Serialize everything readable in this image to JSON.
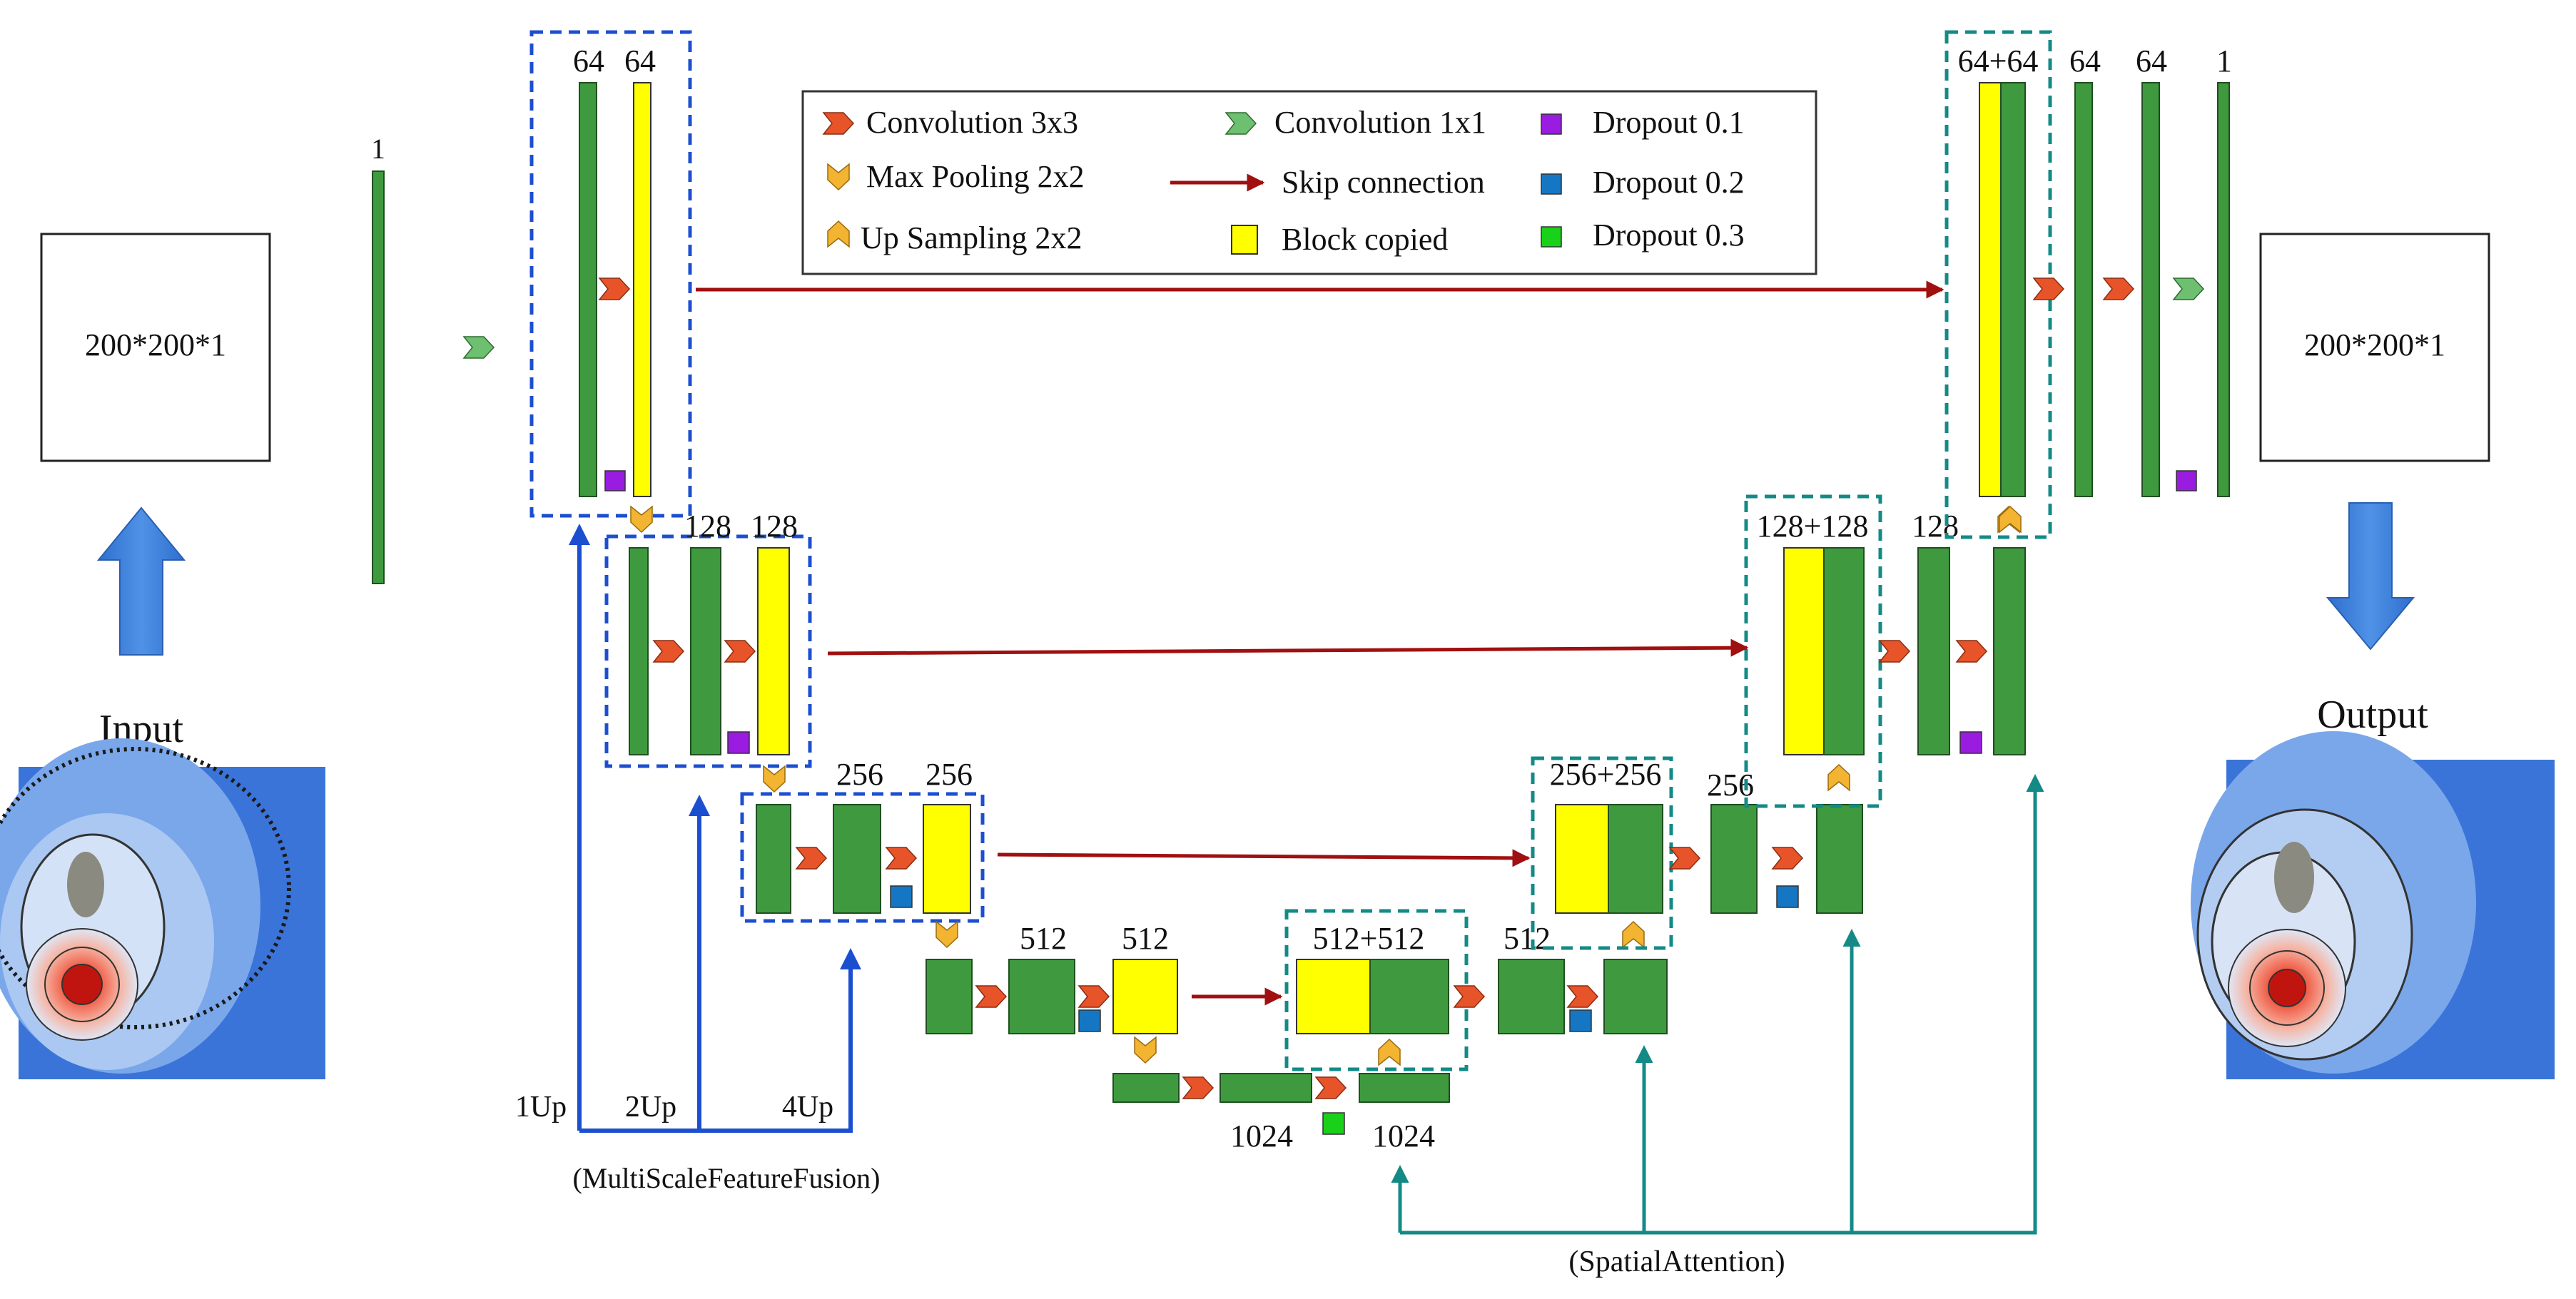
{
  "io": {
    "input_label": "Input",
    "input_size": "200*200*1",
    "output_label": "Output",
    "output_size": "200*200*1"
  },
  "legend": {
    "conv3": "Convolution 3x3",
    "maxpool": "Max Pooling 2x2",
    "upsample": "Up Sampling 2x2",
    "conv1": "Convolution 1x1",
    "skip": "Skip connection",
    "copied": "Block copied",
    "drop1": "Dropout 0.1",
    "drop2": "Dropout 0.2",
    "drop3": "Dropout 0.3"
  },
  "channels": {
    "input": "1",
    "enc1a": "64",
    "enc1b": "64",
    "enc2a": "128",
    "enc2b": "128",
    "enc3a": "256",
    "enc3b": "256",
    "enc4a": "512",
    "enc4b": "512",
    "bot_a": "1024",
    "bot_b": "1024",
    "dec4": "512+512",
    "dec4b": "512",
    "dec3": "256+256",
    "dec3b": "256",
    "dec2": "128+128",
    "dec2b": "128",
    "dec1": "64+64",
    "dec1b": "64",
    "dec1c": "64",
    "out": "1"
  },
  "fusion": {
    "up1": "1Up",
    "up2": "2Up",
    "up4": "4Up",
    "label": "(MultiScaleFeatureFusion)"
  },
  "attention": {
    "label": "(SpatialAttention)"
  },
  "colors": {
    "block_green": "#3f9a3f",
    "block_yellow": "#ffff00",
    "conv_red": "#e8542a",
    "pool_orange": "#f2b431",
    "conv1_green": "#6cc070",
    "skip_red": "#a01010",
    "fusion_blue": "#1c4fd0",
    "attention_teal": "#138a86",
    "dropout1": "#9a1ce0",
    "dropout2": "#1577c4",
    "dropout3": "#19d119"
  }
}
